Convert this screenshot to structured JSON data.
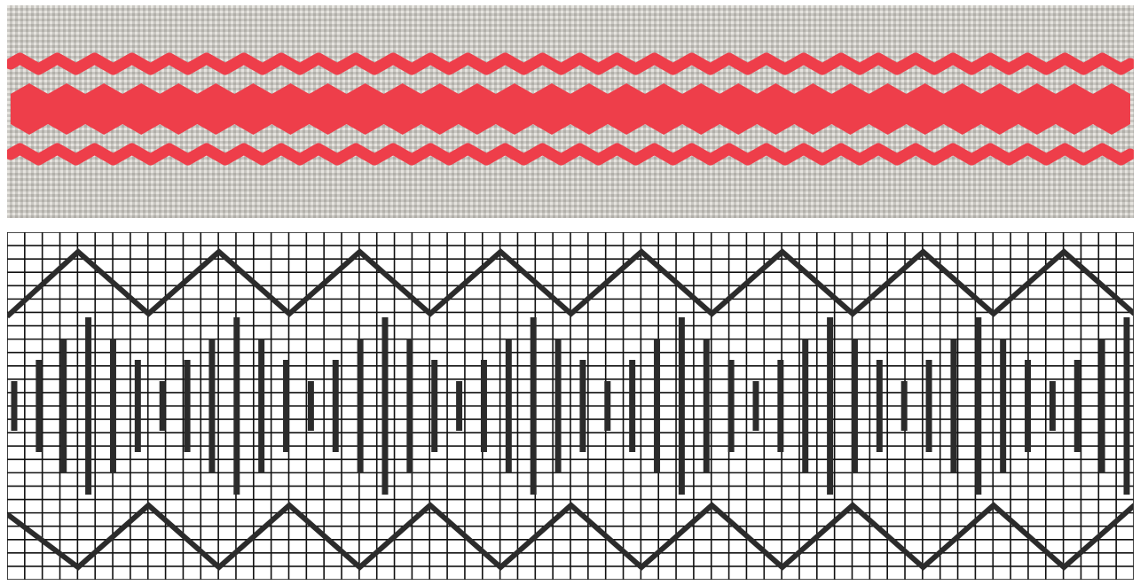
{
  "colors": {
    "page_background": "#ffffff",
    "linen": "#c9c7c2",
    "linen_light": "#e6e4df",
    "linen_dark": "#9c9a95",
    "thread": "#ee3e4a",
    "grid_line": "#111111",
    "chart_stroke": "#2b2b2b"
  },
  "embroidery_sample": {
    "description_icon": "stitched-band-photo",
    "wave_repeats": 30,
    "band_bursts": 30
  },
  "stitch_chart": {
    "columns": 64,
    "rows": 26,
    "zigzag_repeats": 8,
    "stitch_rows": 46,
    "border_stitch": "zigzag-line",
    "fill_stitch": "vertical-satin-stitch"
  }
}
